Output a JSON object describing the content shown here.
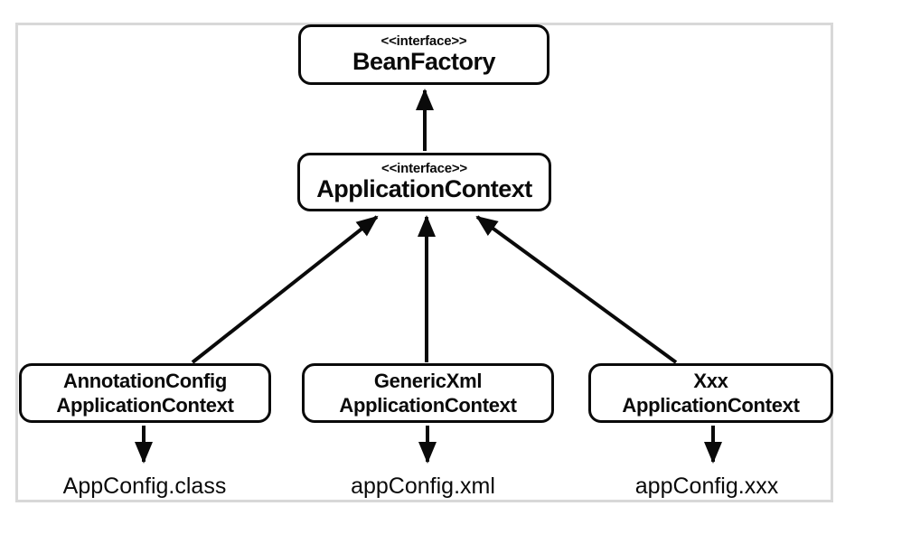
{
  "colors": {
    "background": "#ffffff",
    "frame_border": "#d8d8d8",
    "node_border": "#0a0a0a",
    "arrow": "#0a0a0a",
    "text": "#0a0a0a"
  },
  "nodes": {
    "beanFactory": {
      "stereotype": "<<interface>>",
      "name": "BeanFactory"
    },
    "applicationContext": {
      "stereotype": "<<interface>>",
      "name": "ApplicationContext"
    },
    "annotationConfig": {
      "line1": "AnnotationConfig",
      "line2": "ApplicationContext"
    },
    "genericXml": {
      "line1": "GenericXml",
      "line2": "ApplicationContext"
    },
    "xxx": {
      "line1": "Xxx",
      "line2": "ApplicationContext"
    }
  },
  "artifacts": {
    "classFile": {
      "label": "AppConfig.class"
    },
    "xmlFile": {
      "label": "appConfig.xml"
    },
    "xxxFile": {
      "label": "appConfig.xxx"
    }
  },
  "edges": [
    {
      "from": "applicationContext",
      "to": "beanFactory",
      "style": "solid-arrow-up"
    },
    {
      "from": "annotationConfig",
      "to": "applicationContext",
      "style": "solid-arrow-up"
    },
    {
      "from": "genericXml",
      "to": "applicationContext",
      "style": "solid-arrow-up"
    },
    {
      "from": "xxx",
      "to": "applicationContext",
      "style": "solid-arrow-up"
    },
    {
      "from": "annotationConfig",
      "to": "classFile",
      "style": "solid-arrow-down"
    },
    {
      "from": "genericXml",
      "to": "xmlFile",
      "style": "solid-arrow-down"
    },
    {
      "from": "xxx",
      "to": "xxxFile",
      "style": "solid-arrow-down"
    }
  ]
}
